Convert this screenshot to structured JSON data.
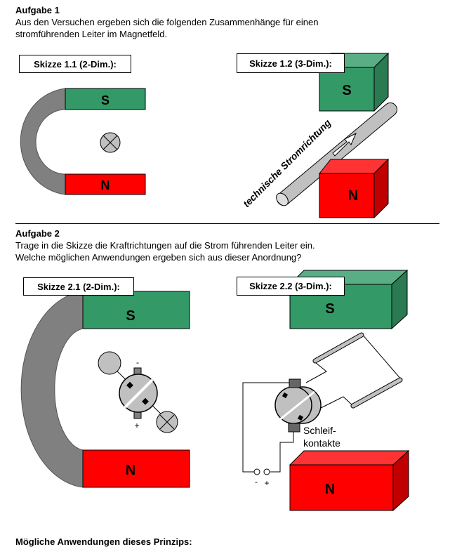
{
  "task1": {
    "heading": "Aufgabe 1",
    "line1": "Aus den Versuchen ergeben sich die folgenden Zusammenhänge für einen",
    "line2": "stromführenden Leiter im Magnetfeld.",
    "sketch1_label": "Skizze 1.1 (2-Dim.):",
    "sketch2_label": "Skizze 1.2 (3-Dim.):",
    "pole_s": "S",
    "pole_n": "N",
    "current_label": "technische Stromrichtung"
  },
  "task2": {
    "heading": "Aufgabe 2",
    "line1": "Trage in die Skizze die Kraftrichtungen auf die Strom führenden Leiter ein.",
    "line2": "Welche möglichen Anwendungen ergeben sich aus dieser Anordnung?",
    "sketch1_label": "Skizze 2.1 (2-Dim.):",
    "sketch2_label": "Skizze 2.2 (3-Dim.):",
    "pole_s": "S",
    "pole_n": "N",
    "minus": "-",
    "plus": "+",
    "contacts_line1": "Schleif-",
    "contacts_line2": "kontakte"
  },
  "footer": {
    "applications_label": "Mögliche Anwendungen dieses Prinzips:"
  },
  "colors": {
    "south": "#339966",
    "north": "#ff0000",
    "iron": "#808080",
    "conductor": "#c0c0c0"
  }
}
